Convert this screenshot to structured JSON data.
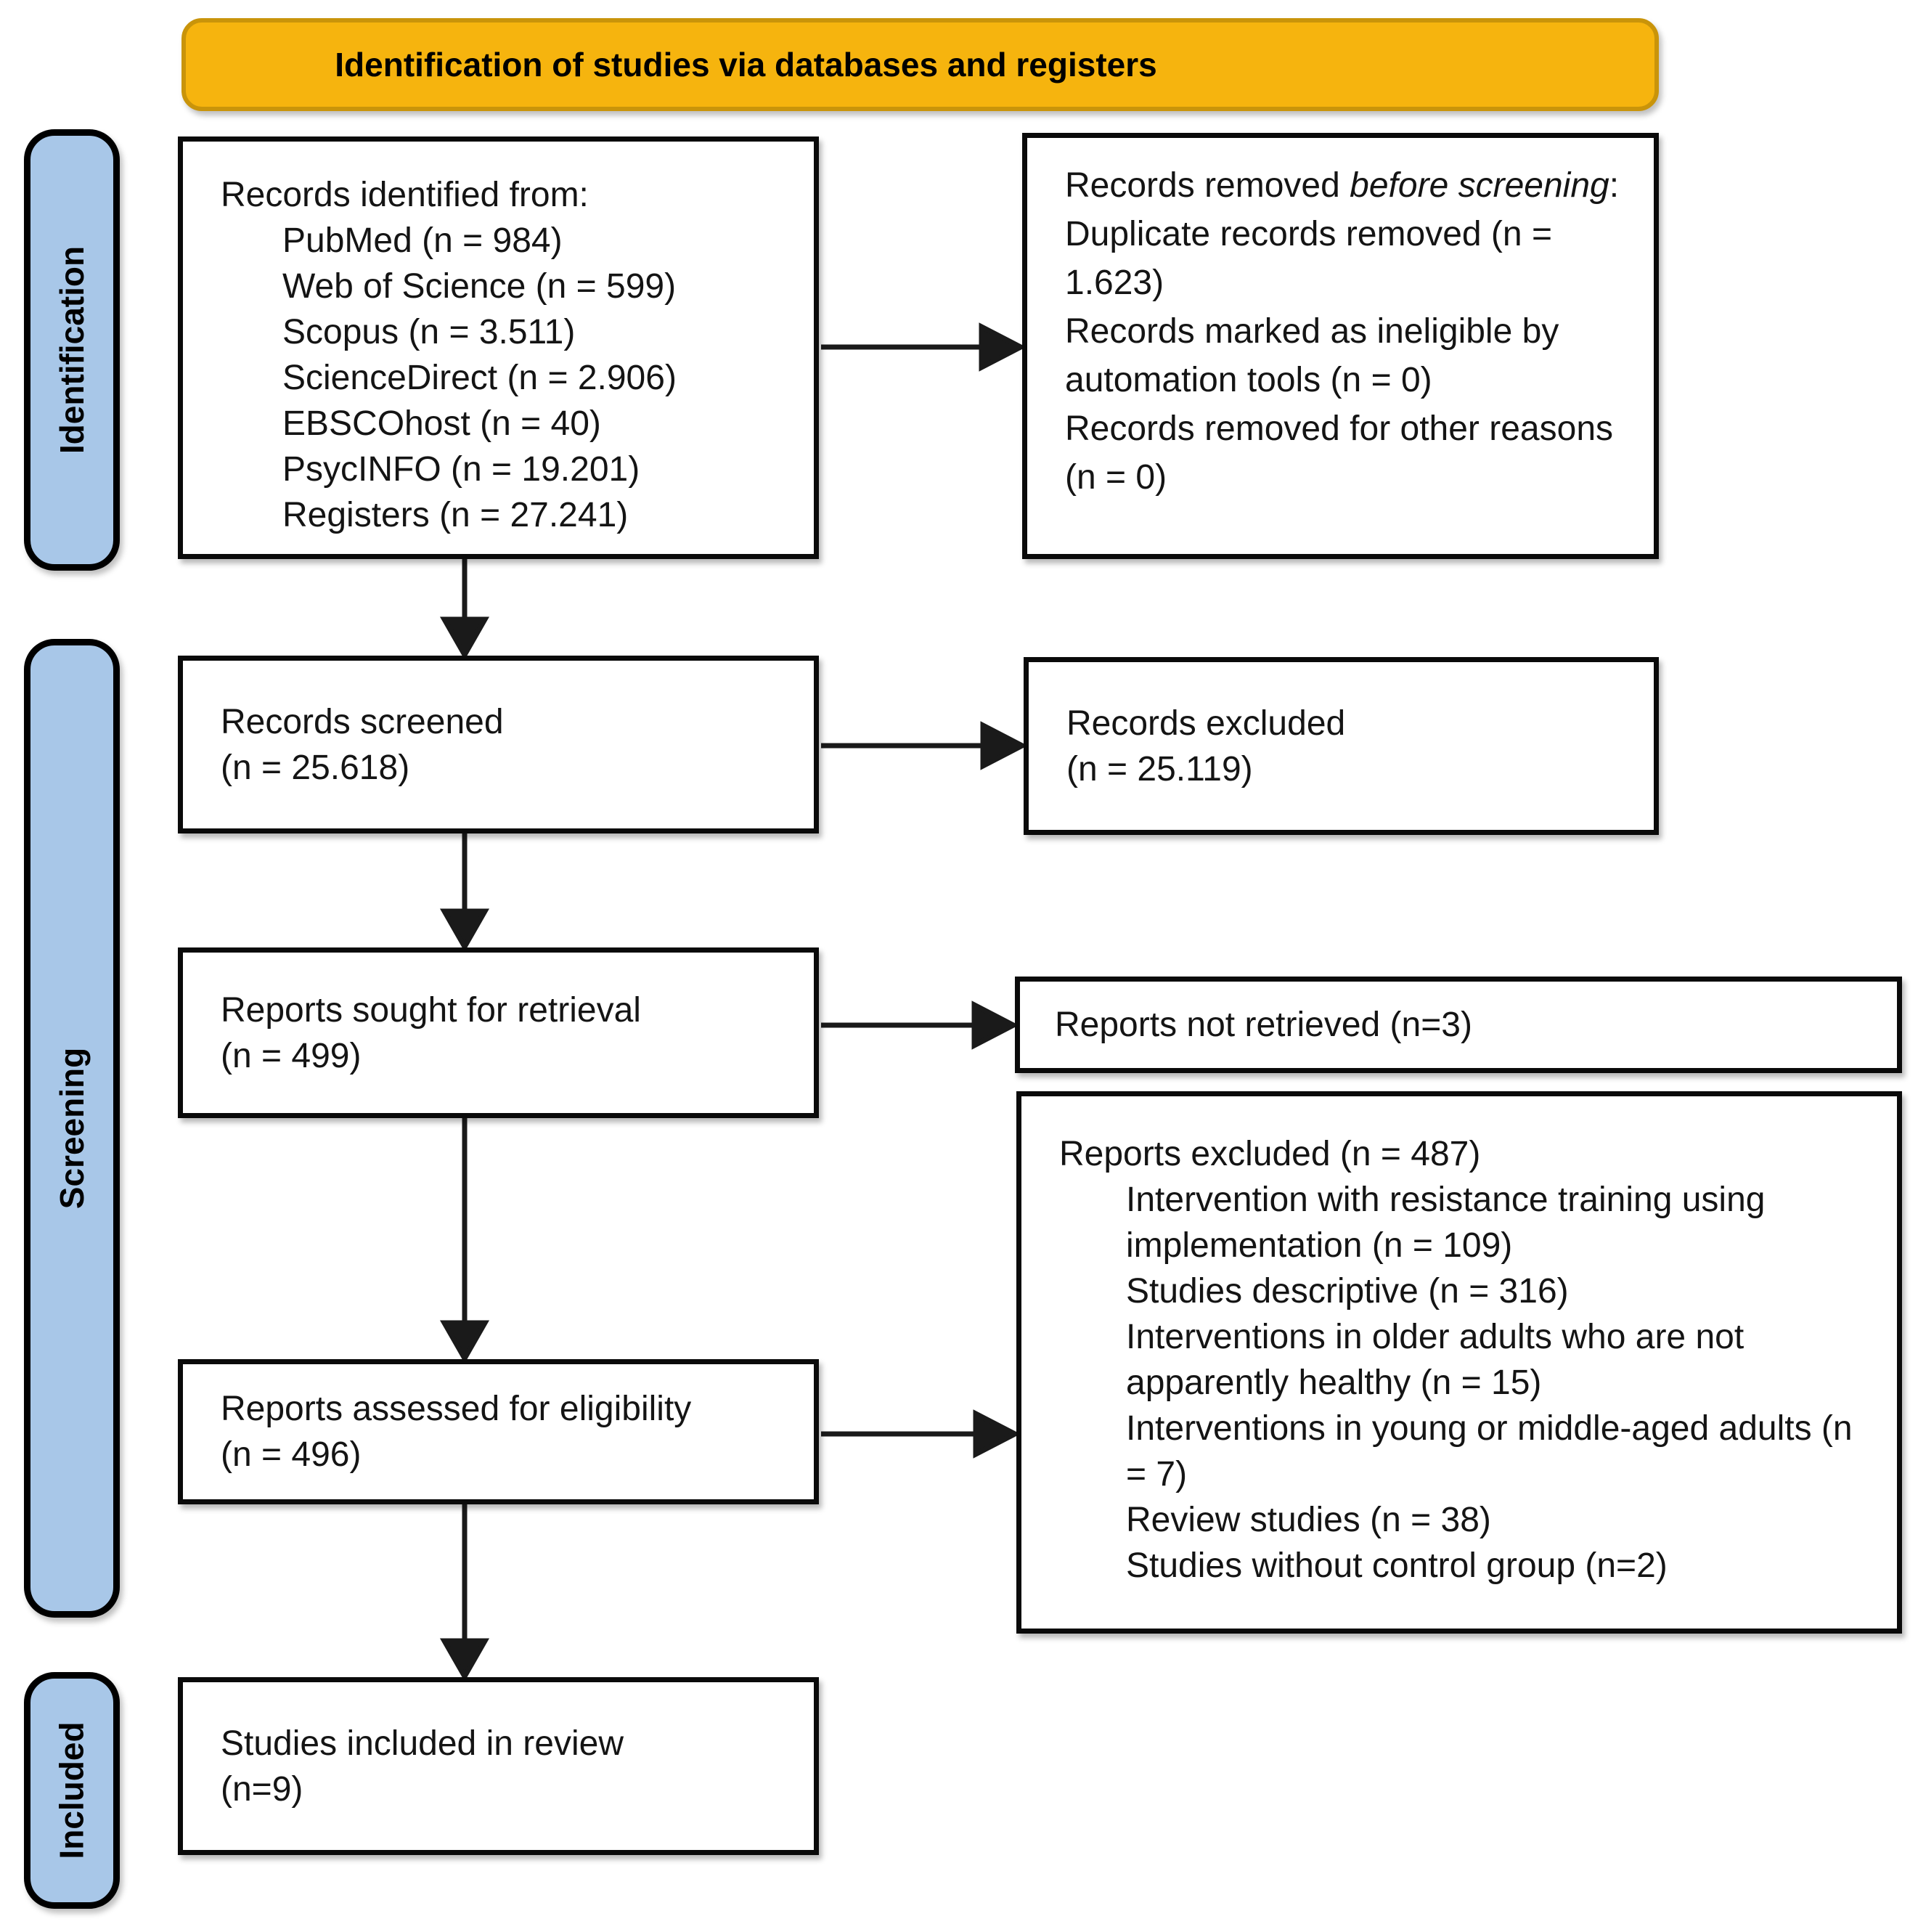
{
  "banner": {
    "title": "Identification of studies via databases and registers"
  },
  "colors": {
    "banner_fill": "#F6B40E",
    "banner_border": "#C9940A",
    "stage_fill": "#A8C7E8",
    "stage_border": "#000000",
    "box_fill": "#FFFFFF",
    "box_border": "#0A0A0A",
    "arrow": "#1A1A1A",
    "text": "#141414"
  },
  "stages": [
    {
      "label": "Identification"
    },
    {
      "label": "Screening"
    },
    {
      "label": "Included"
    }
  ],
  "boxes": {
    "identified": {
      "title": "Records identified from:",
      "items": [
        "PubMed (n = 984)",
        "Web of Science (n = 599)",
        "Scopus (n = 3.511)",
        "ScienceDirect (n = 2.906)",
        "EBSCOhost (n = 40)",
        "PsycINFO (n = 19.201)",
        "Registers (n = 27.241)"
      ]
    },
    "removed": {
      "title_prefix": "Records removed ",
      "title_italic": "before screening",
      "title_suffix": ":",
      "lines": [
        "Duplicate records removed (n = 1.623)",
        "Records marked as ineligible by automation tools (n = 0)",
        "Records removed for other reasons (n = 0)"
      ]
    },
    "screened": {
      "text": "Records screened",
      "count": "(n = 25.618)"
    },
    "excluded": {
      "text": "Records excluded",
      "count": "(n = 25.119)"
    },
    "sought": {
      "text": "Reports sought for retrieval",
      "count": "(n = 499)"
    },
    "not_retrieved": {
      "text": "Reports not retrieved (n=3)"
    },
    "reports_excluded": {
      "title": "Reports excluded (n = 487)",
      "items": [
        "Intervention with resistance training using implementation (n = 109)",
        "Studies descriptive (n = 316)",
        "Interventions in older adults who are not apparently healthy (n = 15)",
        "Interventions in young or middle-aged adults (n = 7)",
        "Review studies (n = 38)",
        "Studies without control group (n=2)"
      ]
    },
    "assessed": {
      "text": "Reports assessed for eligibility",
      "count": "(n = 496)"
    },
    "included_review": {
      "text": "Studies included in review",
      "count": "(n=9)"
    }
  }
}
